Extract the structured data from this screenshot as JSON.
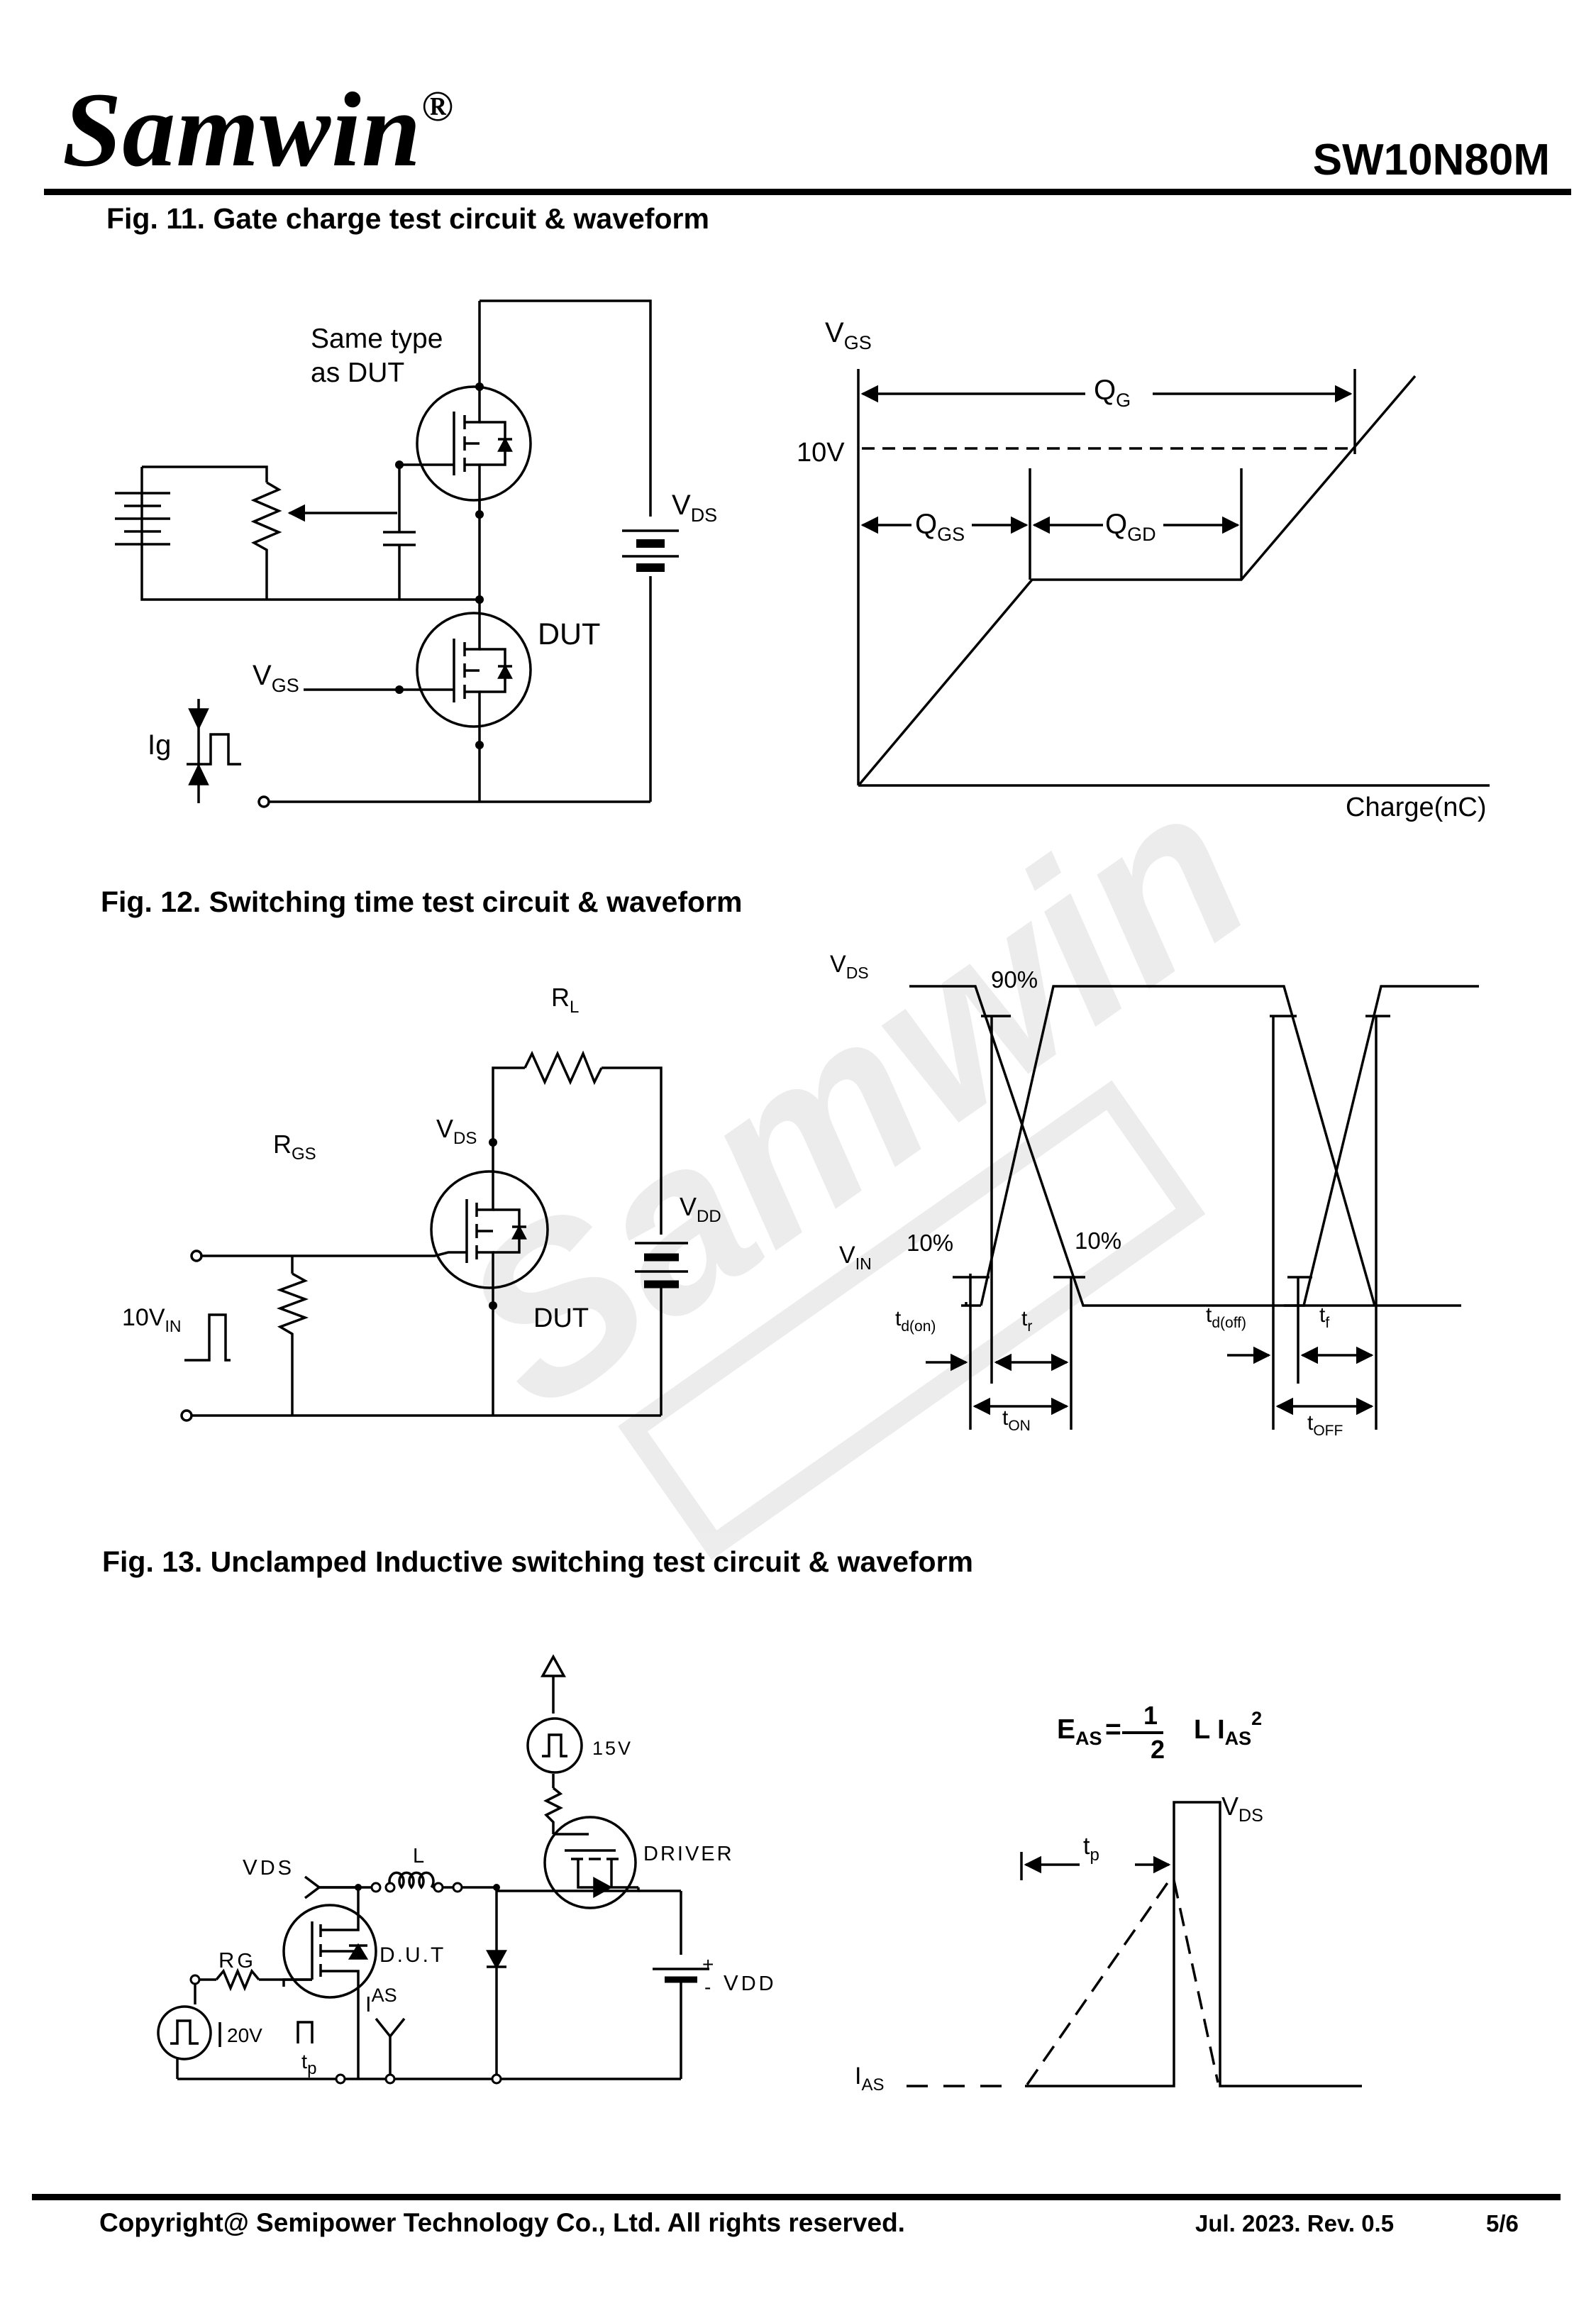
{
  "header": {
    "brand": "Samwin",
    "registered": "®",
    "part_number": "SW10N80M"
  },
  "fig11": {
    "title": "Fig. 11. Gate charge test circuit & waveform",
    "labels": {
      "same_type_line1": "Same type",
      "same_type_line2": "as DUT",
      "vds": "V",
      "vds_sub": "DS",
      "dut": "DUT",
      "vgs": "V",
      "vgs_sub": "GS",
      "ig": "Ig",
      "wave_vgs": "V",
      "wave_vgs_sub": "GS",
      "qg": "Q",
      "qg_sub": "G",
      "ten_v": "10V",
      "qgs": "Q",
      "qgs_sub": "GS",
      "qgd": "Q",
      "qgd_sub": "GD",
      "x_axis": "Charge(nC)"
    }
  },
  "fig12": {
    "title": "Fig. 12. Switching time test circuit & waveform",
    "labels": {
      "rl": "R",
      "rl_sub": "L",
      "rgs": "R",
      "rgs_sub": "GS",
      "vds": "V",
      "vds_sub": "DS",
      "vdd": "V",
      "vdd_sub": "DD",
      "vin_src": "10V",
      "vin_src_sub": "IN",
      "dut": "DUT",
      "wave_vds": "V",
      "wave_vds_sub": "DS",
      "wave_vin": "V",
      "wave_vin_sub": "IN",
      "p90": "90%",
      "p10a": "10%",
      "p10b": "10%",
      "td_on": "t",
      "td_on_sub": "d(on)",
      "tr": "t",
      "tr_sub": "r",
      "ton": "t",
      "ton_sub": "ON",
      "td_off": "t",
      "td_off_sub": "d(off)",
      "tf": "t",
      "tf_sub": "f",
      "toff": "t",
      "toff_sub": "OFF"
    }
  },
  "fig13": {
    "title": "Fig. 13. Unclamped Inductive switching test circuit & waveform",
    "labels": {
      "v15": "15V",
      "driver": "DRIVER",
      "vds": "V",
      "vds_sub": "DS",
      "l": "L",
      "dut": "D.U.T",
      "rg": "R",
      "rg_sub": "G",
      "vdd": "V",
      "vdd_sub": "DD",
      "plus": "+",
      "minus": "-",
      "ias": "I",
      "ias_sub": "AS",
      "v20": "20V",
      "tp": "t",
      "tp_sub": "p",
      "eas": "E",
      "eas_sub": "AS",
      "eq": "=",
      "eq_num": "1",
      "eq_den": "2",
      "eq_l": "L I",
      "eq_ias_sub": "AS",
      "eq_sq": "2",
      "wave_vds": "V",
      "wave_vds_sub": "DS",
      "wave_tp": "t",
      "wave_tp_sub": "p",
      "wave_ias": "I",
      "wave_ias_sub": "AS"
    }
  },
  "footer": {
    "copyright": "Copyright@ Semipower Technology Co., Ltd. All rights reserved.",
    "revision": "Jul. 2023. Rev. 0.5",
    "page": "5/6"
  }
}
